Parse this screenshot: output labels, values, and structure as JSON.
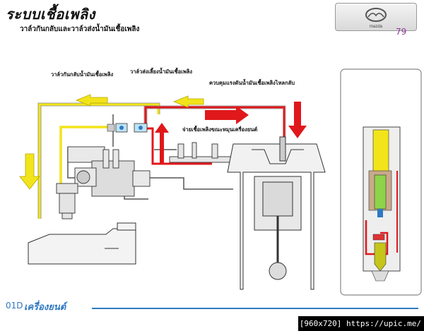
{
  "header": {
    "title": "ระบบเชื้อเพลิง",
    "subtitle": "วาล์วกันกลับและวาล์วส่งน้ำมันเชื้อเพลิง",
    "page_number": "79",
    "logo_text": "mazda"
  },
  "labels": {
    "check_valve": "วาล์วกันกลับน้ำมันเชื้อเพลิง",
    "delivery_valve": "วาล์วส่งเลี้ยงน้ำมันเชื้อเพลิง",
    "return_pressure": "ควบคุมแรงดันน้ำมันเชื้อเพลิงไหลกลับ",
    "supply_running": "จ่ายเชื้อเพลิงขณะหมุนเครื่องยนต์"
  },
  "footer": {
    "code": "01D",
    "section": "เครื่องยนต์"
  },
  "watermark": "[960x720] https://upic.me/",
  "colors": {
    "fuel_return": "#f2e41a",
    "high_pressure": "#e0181b",
    "accent_blue": "#2f79c2"
  }
}
